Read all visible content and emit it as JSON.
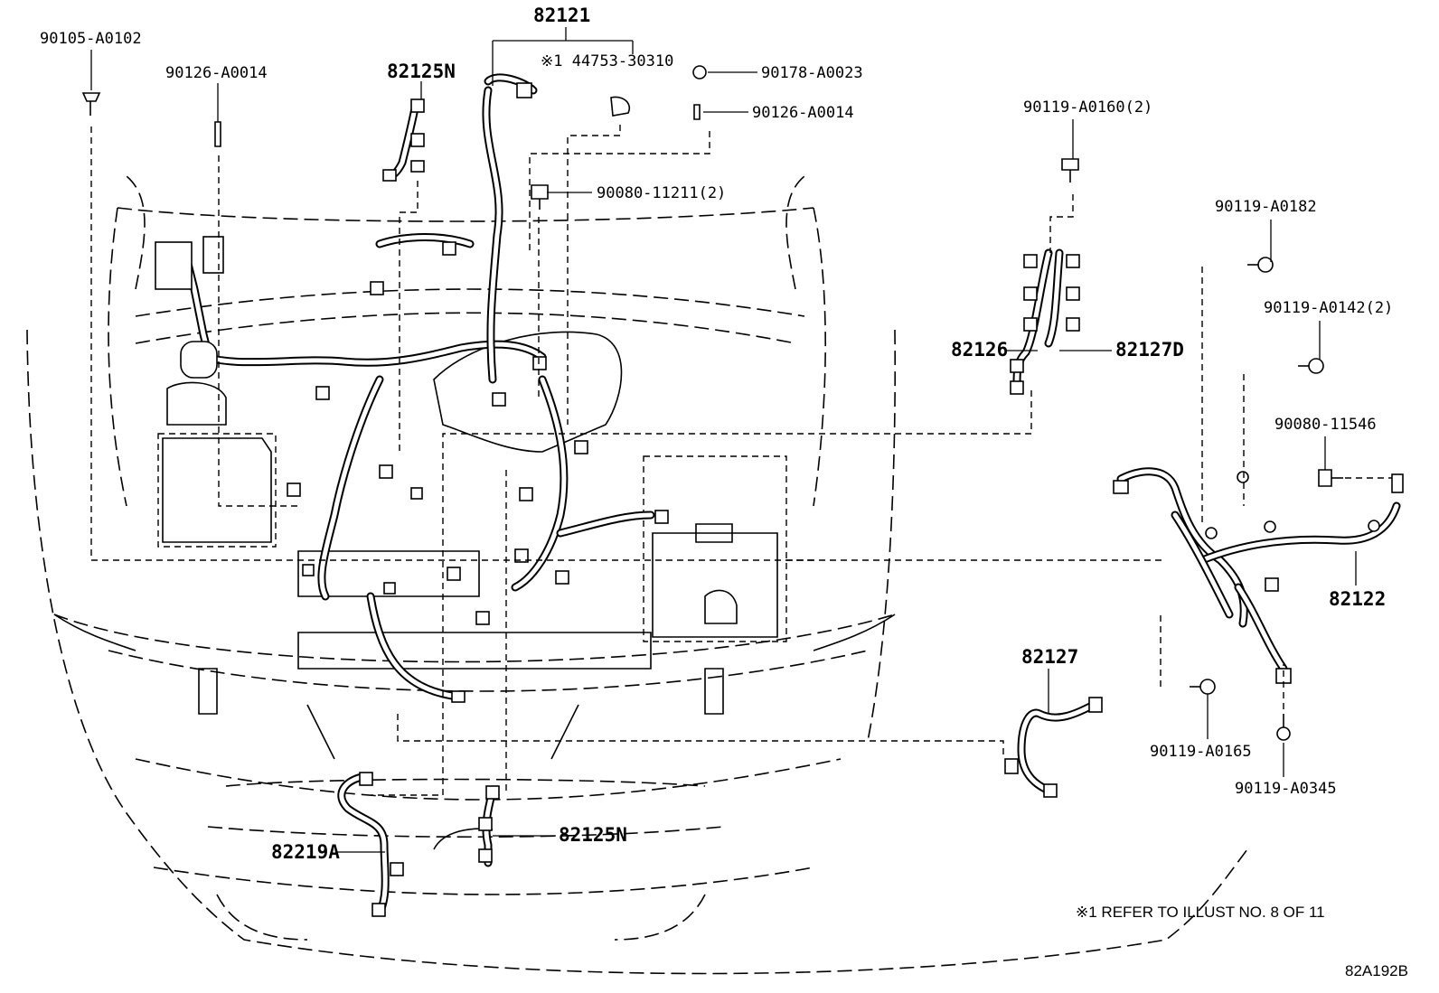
{
  "labels": {
    "l_90105_A0102": "90105-A0102",
    "l_90126_A0014_top": "90126-A0014",
    "l_82125N_top": "82125N",
    "l_82121": "82121",
    "l_144753_30310": "※1 44753-30310",
    "l_90178_A0023": "90178-A0023",
    "l_90126_A0014_right": "90126-A0014",
    "l_90080_11211": "90080-11211(2)",
    "l_90119_A0160": "90119-A0160(2)",
    "l_90119_A0182": "90119-A0182",
    "l_82126": "82126",
    "l_82127D": "82127D",
    "l_90119_A0142": "90119-A0142(2)",
    "l_90080_11546": "90080-11546",
    "l_82122": "82122",
    "l_82127": "82127",
    "l_90119_A0165": "90119-A0165",
    "l_90119_A0345": "90119-A0345",
    "l_82219A": "82219A",
    "l_82125N_bottom": "82125N"
  },
  "note": "※1 REFER TO ILLUST NO. 8 OF 11",
  "ref_code": "82A192B"
}
